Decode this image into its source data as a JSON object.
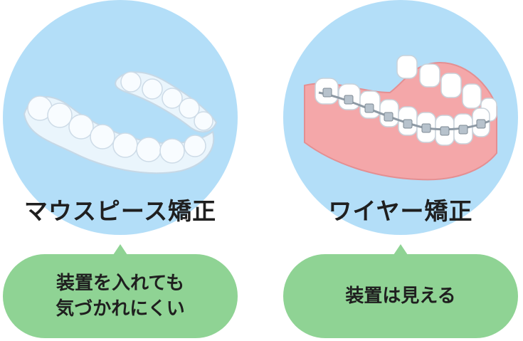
{
  "panels": [
    {
      "title": "マウスピース矯正",
      "bubble_lines": [
        "装置を入れても",
        "気づかれにくい"
      ]
    },
    {
      "title": "ワイヤー矯正",
      "bubble_lines": [
        "装置は見える"
      ]
    }
  ],
  "colors": {
    "circle": "#b3def8",
    "bubble": "#8fd394",
    "gum": "#f4a7a9",
    "aligner": "#e9f4fb",
    "wire": "#8e9aa5"
  },
  "icons": [
    "clear-aligner-icon",
    "braces-dental-arch-icon"
  ]
}
